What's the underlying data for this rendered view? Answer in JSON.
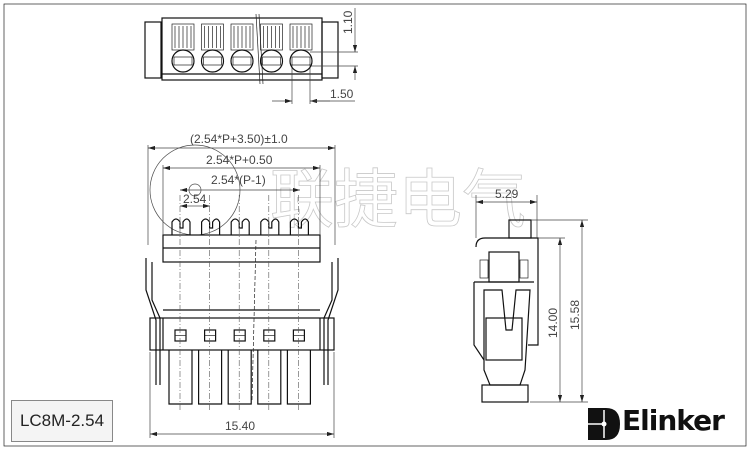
{
  "model": "LC8M-2.54",
  "brand": {
    "name": "Elinker",
    "watermark": "联捷电气"
  },
  "top_view": {
    "dims": [
      "1.10",
      "1.50"
    ]
  },
  "front_view": {
    "dims": [
      "(2.54*P+3.50)±1.0",
      "2.54*P+0.50",
      "2.54*(P-1)",
      "2.54",
      "15.40"
    ],
    "poles": 5
  },
  "side_view": {
    "dims": [
      "5.29",
      "14.00",
      "15.58"
    ]
  }
}
